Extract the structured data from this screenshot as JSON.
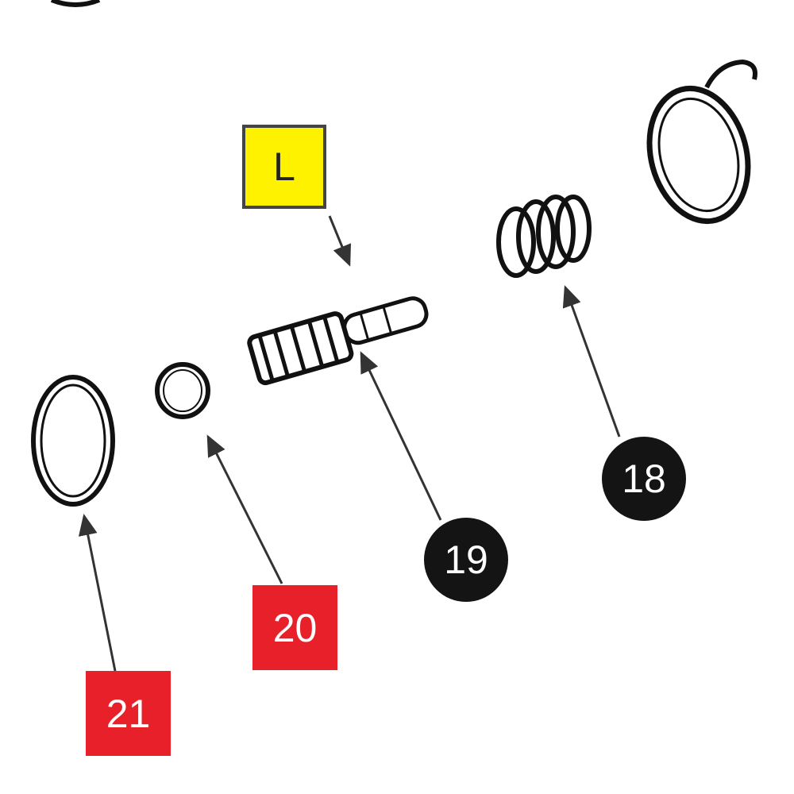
{
  "callouts": {
    "letter": {
      "text": "L",
      "color": "#fff200"
    },
    "p18": {
      "text": "18",
      "color": "#141414"
    },
    "p19": {
      "text": "19",
      "color": "#141414"
    },
    "p20": {
      "text": "20",
      "color": "#e8202a"
    },
    "p21": {
      "text": "21",
      "color": "#e8202a"
    }
  }
}
